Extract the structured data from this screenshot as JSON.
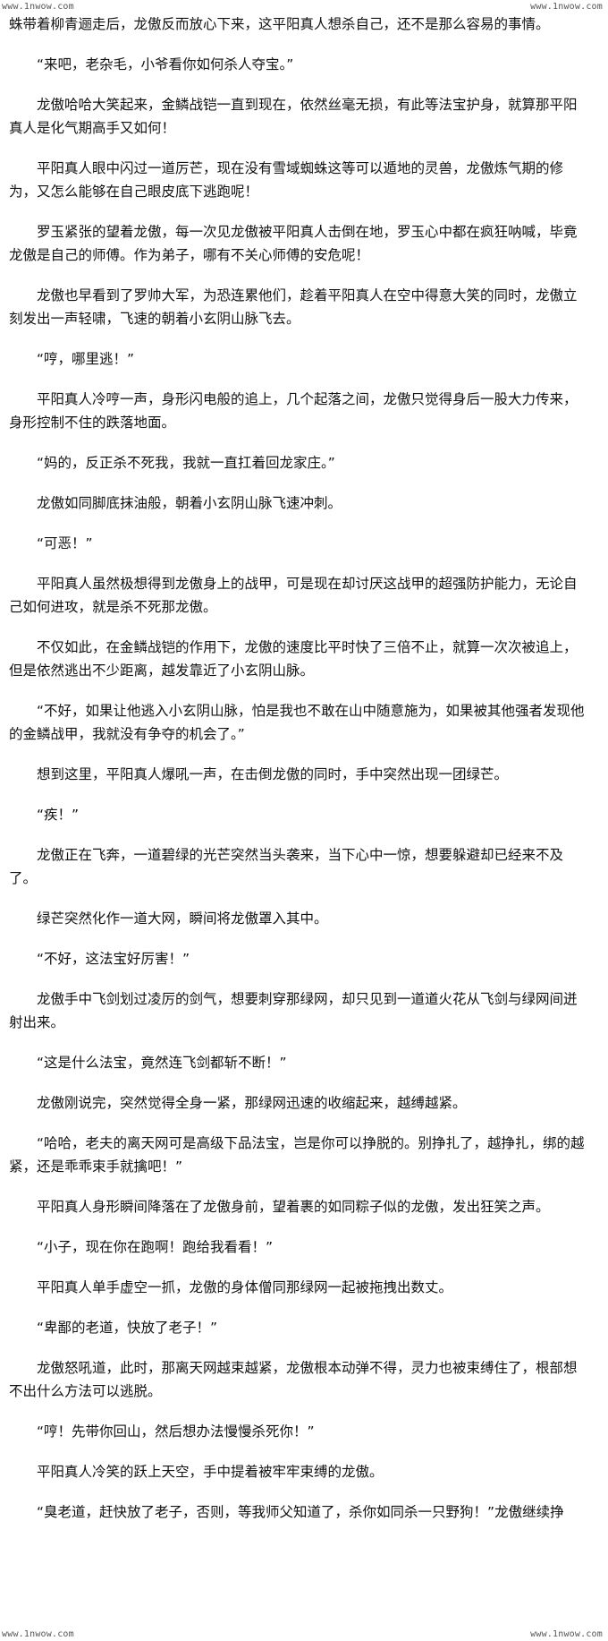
{
  "watermark": {
    "top_left": "www.1nwow.com",
    "top_right": "www.1nwow.com",
    "bottom_left": "www.1nwow.com",
    "bottom_right": "www.1nwow.com"
  },
  "paragraphs": [
    "蛛带着柳青逦走后，龙傲反而放心下来，这平阳真人想杀自己，还不是那么容易的事情。",
    "“来吧，老杂毛，小爷看你如何杀人夺宝。”",
    "龙傲哈哈大笑起来，金鳞战铠一直到现在，依然丝毫无损，有此等法宝护身，就算那平阳真人是化气期高手又如何！",
    "平阳真人眼中闪过一道厉芒，现在没有雪域蜘蛛这等可以遁地的灵兽，龙傲炼气期的修为，又怎么能够在自己眼皮底下逃跑呢！",
    "罗玉紧张的望着龙傲，每一次见龙傲被平阳真人击倒在地，罗玉心中都在疯狂呐喊，毕竟龙傲是自己的师傅。作为弟子，哪有不关心师傅的安危呢！",
    "龙傲也早看到了罗帅大军，为恐连累他们，趁着平阳真人在空中得意大笑的同时，龙傲立刻发出一声轻啸，飞速的朝着小玄阴山脉飞去。",
    "“哼，哪里逃！”",
    "平阳真人冷哼一声，身形闪电般的追上，几个起落之间，龙傲只觉得身后一股大力传来，身形控制不住的跌落地面。",
    "“妈的，反正杀不死我，我就一直扛着回龙家庄。”",
    "龙傲如同脚底抹油般，朝着小玄阴山脉飞速冲刺。",
    "“可恶！”",
    "平阳真人虽然极想得到龙傲身上的战甲，可是现在却讨厌这战甲的超强防护能力，无论自己如何进攻，就是杀不死那龙傲。",
    "不仅如此，在金鳞战铠的作用下，龙傲的速度比平时快了三倍不止，就算一次次被追上，但是依然逃出不少距离，越发靠近了小玄阴山脉。",
    "“不好，如果让他逃入小玄阴山脉，怕是我也不敢在山中随意施为，如果被其他强者发现他的金鳞战甲，我就没有争夺的机会了。”",
    "想到这里，平阳真人爆吼一声，在击倒龙傲的同时，手中突然出现一团绿芒。",
    "“疾！”",
    "龙傲正在飞奔，一道碧绿的光芒突然当头袭来，当下心中一惊，想要躲避却已经来不及了。",
    "绿芒突然化作一道大网，瞬间将龙傲罩入其中。",
    "“不好，这法宝好厉害！”",
    "龙傲手中飞剑划过凌厉的剑气，想要刺穿那绿网，却只见到一道道火花从飞剑与绿网间迸射出来。",
    "“这是什么法宝，竟然连飞剑都斩不断！”",
    "龙傲刚说完，突然觉得全身一紧，那绿网迅速的收缩起来，越缚越紧。",
    "“哈哈，老夫的离天网可是高级下品法宝，岂是你可以挣脱的。别挣扎了，越挣扎，绑的越紧，还是乖乖束手就擒吧！”",
    "平阳真人身形瞬间降落在了龙傲身前，望着裹的如同粽子似的龙傲，发出狂笑之声。",
    "“小子，现在你在跑啊！跑给我看看！”",
    "平阳真人单手虚空一抓，龙傲的身体僧同那绿网一起被拖拽出数丈。",
    "“卑鄙的老道，快放了老子！”",
    "龙傲怒吼道，此时，那离天网越束越紧，龙傲根本动弹不得，灵力也被束缚住了，根部想不出什么方法可以逃脱。",
    "“哼！先带你回山，然后想办法慢慢杀死你！”",
    "平阳真人冷笑的跃上天空，手中提着被牢牢束缚的龙傲。",
    "“臭老道，赶快放了老子，否则，等我师父知道了，杀你如同杀一只野狗！”龙傲继续挣"
  ]
}
